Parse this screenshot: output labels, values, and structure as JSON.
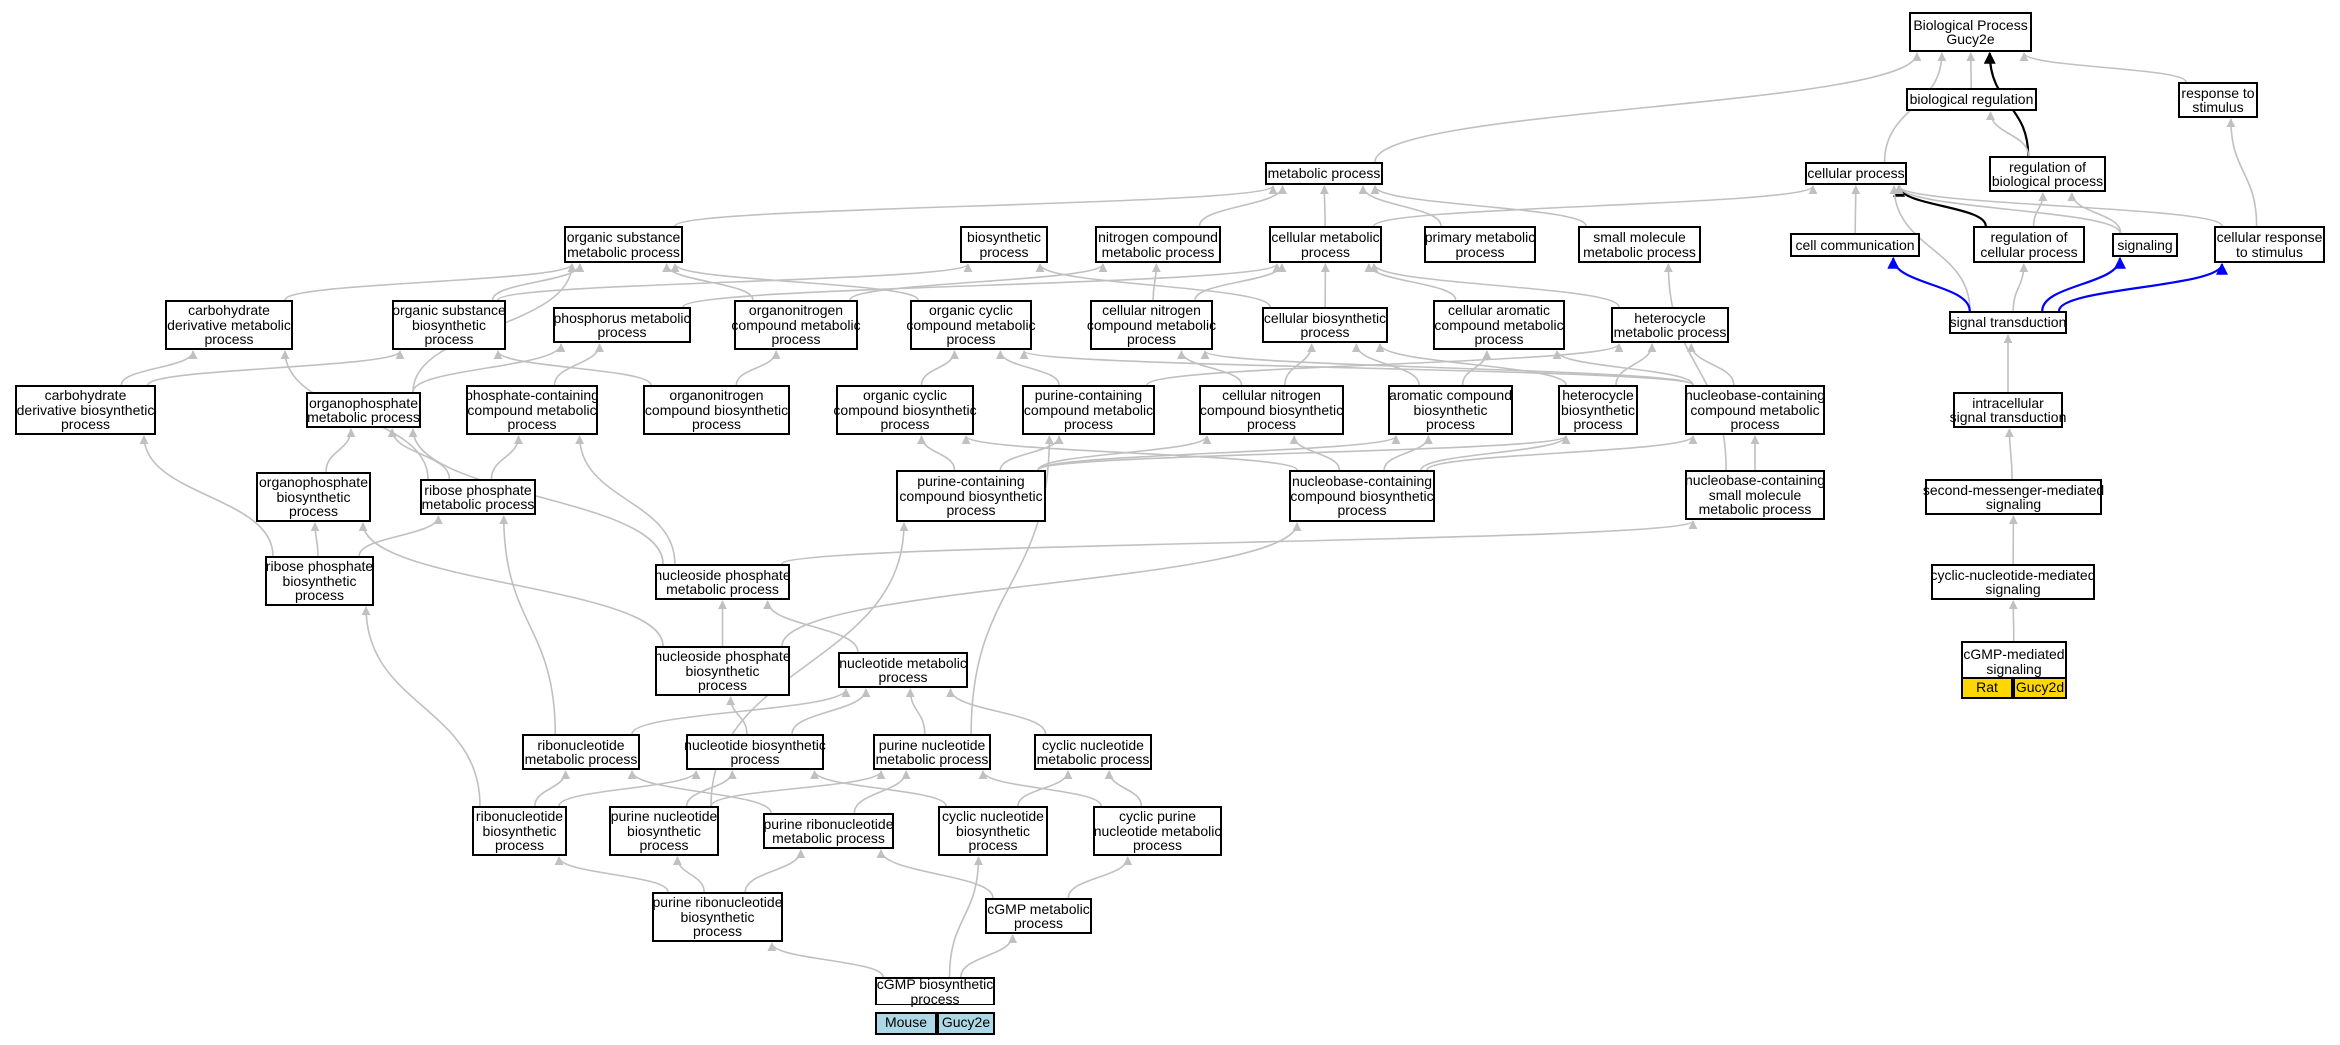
{
  "nodes": [
    {
      "id": "bp",
      "lines": [
        "Biological Process",
        "Gucy2e"
      ]
    },
    {
      "id": "bioreg",
      "lines": [
        "biological regulation"
      ]
    },
    {
      "id": "respstim",
      "lines": [
        "response to",
        "stimulus"
      ]
    },
    {
      "id": "metab",
      "lines": [
        "metabolic process"
      ]
    },
    {
      "id": "cellproc",
      "lines": [
        "cellular process"
      ]
    },
    {
      "id": "regbp",
      "lines": [
        "regulation of",
        "biological process"
      ]
    },
    {
      "id": "orgsubmet",
      "lines": [
        "organic substance",
        "metabolic process"
      ]
    },
    {
      "id": "biosyn",
      "lines": [
        "biosynthetic",
        "process"
      ]
    },
    {
      "id": "nitcomp",
      "lines": [
        "nitrogen compound",
        "metabolic process"
      ]
    },
    {
      "id": "cellmet",
      "lines": [
        "cellular metabolic",
        "process"
      ]
    },
    {
      "id": "primmet",
      "lines": [
        "primary metabolic",
        "process"
      ]
    },
    {
      "id": "smallmol",
      "lines": [
        "small molecule",
        "metabolic process"
      ]
    },
    {
      "id": "cellcomm",
      "lines": [
        "cell communication"
      ]
    },
    {
      "id": "regcell",
      "lines": [
        "regulation of",
        "cellular process"
      ]
    },
    {
      "id": "signaling",
      "lines": [
        "signaling"
      ]
    },
    {
      "id": "cellresp",
      "lines": [
        "cellular response",
        "to stimulus"
      ]
    },
    {
      "id": "carbderivmet",
      "lines": [
        "carbohydrate",
        "derivative metabolic",
        "process"
      ]
    },
    {
      "id": "orgsubbio",
      "lines": [
        "organic substance",
        "biosynthetic",
        "process"
      ]
    },
    {
      "id": "phosmet",
      "lines": [
        "phosphorus metabolic",
        "process"
      ]
    },
    {
      "id": "organonitmet",
      "lines": [
        "organonitrogen",
        "compound metabolic",
        "process"
      ]
    },
    {
      "id": "orgcycmet",
      "lines": [
        "organic cyclic",
        "compound metabolic",
        "process"
      ]
    },
    {
      "id": "cellnitmet",
      "lines": [
        "cellular nitrogen",
        "compound metabolic",
        "process"
      ]
    },
    {
      "id": "cellbio",
      "lines": [
        "cellular biosynthetic",
        "process"
      ]
    },
    {
      "id": "cellaromet",
      "lines": [
        "cellular aromatic",
        "compound metabolic",
        "process"
      ]
    },
    {
      "id": "hetmet",
      "lines": [
        "heterocycle",
        "metabolic process"
      ]
    },
    {
      "id": "sigtrans",
      "lines": [
        "signal transduction"
      ]
    },
    {
      "id": "carbderivbio",
      "lines": [
        "carbohydrate",
        "derivative biosynthetic",
        "process"
      ]
    },
    {
      "id": "orgphosmet",
      "lines": [
        "organophosphate",
        "metabolic process"
      ]
    },
    {
      "id": "phoscontmet",
      "lines": [
        "phosphate-containing",
        "compound metabolic",
        "process"
      ]
    },
    {
      "id": "organonitbio",
      "lines": [
        "organonitrogen",
        "compound biosynthetic",
        "process"
      ]
    },
    {
      "id": "orgcycbio",
      "lines": [
        "organic cyclic",
        "compound biosynthetic",
        "process"
      ]
    },
    {
      "id": "purcontmet",
      "lines": [
        "purine-containing",
        "compound metabolic",
        "process"
      ]
    },
    {
      "id": "cellnitbio",
      "lines": [
        "cellular nitrogen",
        "compound biosynthetic",
        "process"
      ]
    },
    {
      "id": "arombio",
      "lines": [
        "aromatic compound",
        "biosynthetic",
        "process"
      ]
    },
    {
      "id": "hetbio",
      "lines": [
        "heterocycle",
        "biosynthetic",
        "process"
      ]
    },
    {
      "id": "nbcontmet",
      "lines": [
        "nucleobase-containing",
        "compound metabolic",
        "process"
      ]
    },
    {
      "id": "intrasig",
      "lines": [
        "intracellular",
        "signal transduction"
      ]
    },
    {
      "id": "orgphosbio",
      "lines": [
        "organophosphate",
        "biosynthetic",
        "process"
      ]
    },
    {
      "id": "ribphosmet",
      "lines": [
        "ribose phosphate",
        "metabolic process"
      ]
    },
    {
      "id": "purcontbio",
      "lines": [
        "purine-containing",
        "compound biosynthetic",
        "process"
      ]
    },
    {
      "id": "nbcontbio",
      "lines": [
        "nucleobase-containing",
        "compound biosynthetic",
        "process"
      ]
    },
    {
      "id": "nbsmallmol",
      "lines": [
        "nucleobase-containing",
        "small molecule",
        "metabolic process"
      ]
    },
    {
      "id": "secmess",
      "lines": [
        "second-messenger-mediated",
        "signaling"
      ]
    },
    {
      "id": "ribphosbio",
      "lines": [
        "ribose phosphate",
        "biosynthetic",
        "process"
      ]
    },
    {
      "id": "nucphosmet",
      "lines": [
        "nucleoside phosphate",
        "metabolic process"
      ]
    },
    {
      "id": "cycnucsig",
      "lines": [
        "cyclic-nucleotide-mediated",
        "signaling"
      ]
    },
    {
      "id": "nucphosbio",
      "lines": [
        "nucleoside phosphate",
        "biosynthetic",
        "process"
      ]
    },
    {
      "id": "cgmpsig",
      "lines": [
        "cGMP-mediated",
        "signaling"
      ]
    },
    {
      "id": "nucmet",
      "lines": [
        "nucleotide metabolic",
        "process"
      ]
    },
    {
      "id": "ribonucmet",
      "lines": [
        "ribonucleotide",
        "metabolic process"
      ]
    },
    {
      "id": "nucbio",
      "lines": [
        "nucleotide biosynthetic",
        "process"
      ]
    },
    {
      "id": "purnucmet",
      "lines": [
        "purine nucleotide",
        "metabolic process"
      ]
    },
    {
      "id": "cycnucmet",
      "lines": [
        "cyclic nucleotide",
        "metabolic process"
      ]
    },
    {
      "id": "ribonucbio",
      "lines": [
        "ribonucleotide",
        "biosynthetic",
        "process"
      ]
    },
    {
      "id": "purnucbio",
      "lines": [
        "purine nucleotide",
        "biosynthetic",
        "process"
      ]
    },
    {
      "id": "purribmet",
      "lines": [
        "purine ribonucleotide",
        "metabolic process"
      ]
    },
    {
      "id": "cycnucbio",
      "lines": [
        "cyclic nucleotide",
        "biosynthetic",
        "process"
      ]
    },
    {
      "id": "cycpurmet",
      "lines": [
        "cyclic purine",
        "nucleotide metabolic",
        "process"
      ]
    },
    {
      "id": "purribbio",
      "lines": [
        "purine ribonucleotide",
        "biosynthetic",
        "process"
      ]
    },
    {
      "id": "cgmpmet",
      "lines": [
        "cGMP metabolic",
        "process"
      ]
    },
    {
      "id": "cgmpbio",
      "lines": [
        "cGMP biosynthetic",
        "process"
      ]
    }
  ],
  "badges": [
    {
      "id": "mouse",
      "label": "Mouse",
      "color": "#add8e6"
    },
    {
      "id": "gucy2e",
      "label": "Gucy2e",
      "color": "#add8e6"
    },
    {
      "id": "rat",
      "label": "Rat",
      "color": "#ffd700"
    },
    {
      "id": "gucy2d",
      "label": "Gucy2d",
      "color": "#ffd700"
    }
  ],
  "edge_colors": {
    "is_a": "#c0c0c0",
    "regulates": "#000000",
    "positively_regulates": "#0000ff"
  },
  "edges": [
    [
      "bioreg",
      "bp",
      "gray"
    ],
    [
      "respstim",
      "bp",
      "gray"
    ],
    [
      "metab",
      "bp",
      "gray"
    ],
    [
      "cellproc",
      "bp",
      "gray"
    ],
    [
      "regbp",
      "bp",
      "black"
    ],
    [
      "regbp",
      "bioreg",
      "gray"
    ],
    [
      "cellresp",
      "respstim",
      "gray"
    ],
    [
      "orgsubmet",
      "metab",
      "gray"
    ],
    [
      "nitcomp",
      "metab",
      "gray"
    ],
    [
      "cellmet",
      "metab",
      "gray"
    ],
    [
      "primmet",
      "metab",
      "gray"
    ],
    [
      "smallmol",
      "metab",
      "gray"
    ],
    [
      "cellmet",
      "cellproc",
      "gray"
    ],
    [
      "cellcomm",
      "cellproc",
      "gray"
    ],
    [
      "regcell",
      "cellproc",
      "black"
    ],
    [
      "signaling",
      "cellproc",
      "gray"
    ],
    [
      "cellresp",
      "cellproc",
      "gray"
    ],
    [
      "sigtrans",
      "cellproc",
      "gray"
    ],
    [
      "regcell",
      "regbp",
      "gray"
    ],
    [
      "signaling",
      "regbp",
      "gray"
    ],
    [
      "sigtrans",
      "cellcomm",
      "blue"
    ],
    [
      "sigtrans",
      "regcell",
      "gray"
    ],
    [
      "sigtrans",
      "signaling",
      "blue"
    ],
    [
      "sigtrans",
      "cellresp",
      "blue"
    ],
    [
      "intrasig",
      "sigtrans",
      "gray"
    ],
    [
      "secmess",
      "intrasig",
      "gray"
    ],
    [
      "cycnucsig",
      "secmess",
      "gray"
    ],
    [
      "cgmpsig",
      "cycnucsig",
      "gray"
    ],
    [
      "carbderivmet",
      "orgsubmet",
      "gray"
    ],
    [
      "orgsubbio",
      "orgsubmet",
      "gray"
    ],
    [
      "orgsubbio",
      "biosyn",
      "gray"
    ],
    [
      "organonitmet",
      "orgsubmet",
      "gray"
    ],
    [
      "orgcycmet",
      "orgsubmet",
      "gray"
    ],
    [
      "phosmet",
      "cellmet",
      "gray"
    ],
    [
      "organonitmet",
      "nitcomp",
      "gray"
    ],
    [
      "cellnitmet",
      "nitcomp",
      "gray"
    ],
    [
      "cellnitmet",
      "cellmet",
      "gray"
    ],
    [
      "cellbio",
      "cellmet",
      "gray"
    ],
    [
      "cellbio",
      "biosyn",
      "gray"
    ],
    [
      "cellaromet",
      "cellmet",
      "gray"
    ],
    [
      "hetmet",
      "cellmet",
      "gray"
    ],
    [
      "carbderivbio",
      "carbderivmet",
      "gray"
    ],
    [
      "carbderivbio",
      "orgsubbio",
      "gray"
    ],
    [
      "orgphosmet",
      "phosmet",
      "gray"
    ],
    [
      "orgphosmet",
      "orgsubmet",
      "gray"
    ],
    [
      "phoscontmet",
      "phosmet",
      "gray"
    ],
    [
      "organonitbio",
      "organonitmet",
      "gray"
    ],
    [
      "organonitbio",
      "orgsubbio",
      "gray"
    ],
    [
      "orgcycbio",
      "orgcycmet",
      "gray"
    ],
    [
      "purcontmet",
      "orgcycmet",
      "gray"
    ],
    [
      "purcontmet",
      "hetmet",
      "gray"
    ],
    [
      "cellnitbio",
      "cellnitmet",
      "gray"
    ],
    [
      "cellnitbio",
      "cellbio",
      "gray"
    ],
    [
      "arombio",
      "cellaromet",
      "gray"
    ],
    [
      "arombio",
      "cellbio",
      "gray"
    ],
    [
      "hetbio",
      "hetmet",
      "gray"
    ],
    [
      "hetbio",
      "cellbio",
      "gray"
    ],
    [
      "nbcontmet",
      "cellnitmet",
      "gray"
    ],
    [
      "nbcontmet",
      "cellaromet",
      "gray"
    ],
    [
      "nbcontmet",
      "hetmet",
      "gray"
    ],
    [
      "nbcontmet",
      "orgcycmet",
      "gray"
    ],
    [
      "orgphosbio",
      "orgphosmet",
      "gray"
    ],
    [
      "ribphosmet",
      "orgphosmet",
      "gray"
    ],
    [
      "ribphosmet",
      "phoscontmet",
      "gray"
    ],
    [
      "ribphosmet",
      "carbderivmet",
      "gray"
    ],
    [
      "purcontbio",
      "purcontmet",
      "gray"
    ],
    [
      "purcontbio",
      "orgcycbio",
      "gray"
    ],
    [
      "purcontbio",
      "cellnitbio",
      "gray"
    ],
    [
      "purcontbio",
      "arombio",
      "gray"
    ],
    [
      "purcontbio",
      "hetbio",
      "gray"
    ],
    [
      "nbcontbio",
      "nbcontmet",
      "gray"
    ],
    [
      "nbcontbio",
      "cellnitbio",
      "gray"
    ],
    [
      "nbcontbio",
      "arombio",
      "gray"
    ],
    [
      "nbcontbio",
      "hetbio",
      "gray"
    ],
    [
      "nbcontbio",
      "orgcycbio",
      "gray"
    ],
    [
      "nbsmallmol",
      "nbcontmet",
      "gray"
    ],
    [
      "nbsmallmol",
      "smallmol",
      "gray"
    ],
    [
      "ribphosbio",
      "orgphosbio",
      "gray"
    ],
    [
      "ribphosbio",
      "ribphosmet",
      "gray"
    ],
    [
      "ribphosbio",
      "carbderivbio",
      "gray"
    ],
    [
      "nucphosmet",
      "orgphosmet",
      "gray"
    ],
    [
      "nucphosmet",
      "phoscontmet",
      "gray"
    ],
    [
      "nucphosmet",
      "nbsmallmol",
      "gray"
    ],
    [
      "nucphosbio",
      "nucphosmet",
      "gray"
    ],
    [
      "nucphosbio",
      "orgphosbio",
      "gray"
    ],
    [
      "nucphosbio",
      "nbcontbio",
      "gray"
    ],
    [
      "nucmet",
      "nucphosmet",
      "gray"
    ],
    [
      "ribonucmet",
      "nucmet",
      "gray"
    ],
    [
      "ribonucmet",
      "ribphosmet",
      "gray"
    ],
    [
      "nucbio",
      "nucmet",
      "gray"
    ],
    [
      "nucbio",
      "nucphosbio",
      "gray"
    ],
    [
      "purnucmet",
      "nucmet",
      "gray"
    ],
    [
      "purnucmet",
      "purcontmet",
      "gray"
    ],
    [
      "cycnucmet",
      "nucmet",
      "gray"
    ],
    [
      "ribonucbio",
      "ribonucmet",
      "gray"
    ],
    [
      "ribonucbio",
      "nucbio",
      "gray"
    ],
    [
      "ribonucbio",
      "ribphosbio",
      "gray"
    ],
    [
      "purnucbio",
      "nucbio",
      "gray"
    ],
    [
      "purnucbio",
      "purnucmet",
      "gray"
    ],
    [
      "purnucbio",
      "purcontbio",
      "gray"
    ],
    [
      "purribmet",
      "ribonucmet",
      "gray"
    ],
    [
      "purribmet",
      "purnucmet",
      "gray"
    ],
    [
      "cycnucbio",
      "cycnucmet",
      "gray"
    ],
    [
      "cycnucbio",
      "nucbio",
      "gray"
    ],
    [
      "cycpurmet",
      "cycnucmet",
      "gray"
    ],
    [
      "cycpurmet",
      "purnucmet",
      "gray"
    ],
    [
      "purribbio",
      "purribmet",
      "gray"
    ],
    [
      "purribbio",
      "purnucbio",
      "gray"
    ],
    [
      "purribbio",
      "ribonucbio",
      "gray"
    ],
    [
      "cgmpmet",
      "cycpurmet",
      "gray"
    ],
    [
      "cgmpmet",
      "purribmet",
      "gray"
    ],
    [
      "cgmpbio",
      "cgmpmet",
      "gray"
    ],
    [
      "cgmpbio",
      "cycnucbio",
      "gray"
    ],
    [
      "cgmpbio",
      "purribbio",
      "gray"
    ]
  ]
}
